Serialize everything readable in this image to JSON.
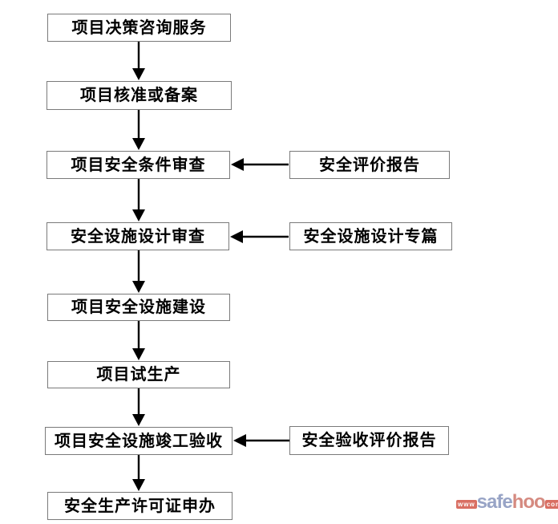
{
  "diagram": {
    "type": "flowchart",
    "main_steps": [
      {
        "label": "项目决策咨询服务"
      },
      {
        "label": "项目核准或备案"
      },
      {
        "label": "项目安全条件审查"
      },
      {
        "label": "安全设施设计审查"
      },
      {
        "label": "项目安全设施建设"
      },
      {
        "label": "项目试生产"
      },
      {
        "label": "项目安全设施竣工验收"
      },
      {
        "label": "安全生产许可证申办"
      }
    ],
    "side_inputs": [
      {
        "label": "安全评价报告",
        "feeds_step": "项目安全条件审查"
      },
      {
        "label": "安全设施设计专篇",
        "feeds_step": "安全设施设计审查"
      },
      {
        "label": "安全验收评价报告",
        "feeds_step": "项目安全设施竣工验收"
      }
    ]
  },
  "watermark": {
    "prefix": "www",
    "brand_blue": "safe",
    "brand_red": "hoo",
    "suffix": "com"
  },
  "colors": {
    "page_background": "#ffffff",
    "box_background": "#ffffff",
    "box_border": "#7a7a7a",
    "text": "#000000",
    "arrow": "#000000",
    "watermark_blue": "#98a4c6",
    "watermark_red": "#d58a80",
    "watermark_block": "#d96f63"
  }
}
